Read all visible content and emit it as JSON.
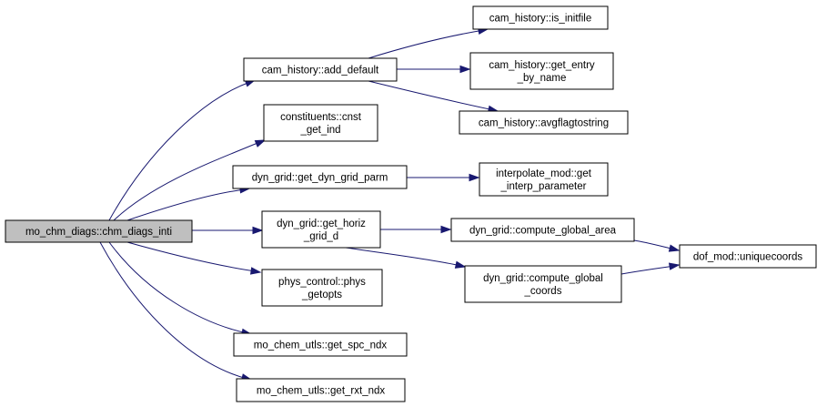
{
  "diagram": {
    "nodes": [
      {
        "id": "root",
        "lines": [
          "mo_chm_diags::chm_diags_inti"
        ],
        "root": true
      },
      {
        "id": "add_default",
        "lines": [
          "cam_history::add_default"
        ]
      },
      {
        "id": "cnst_get_ind",
        "lines": [
          "constituents::cnst",
          "_get_ind"
        ]
      },
      {
        "id": "get_dyn_grid_parm",
        "lines": [
          "dyn_grid::get_dyn_grid_parm"
        ]
      },
      {
        "id": "get_horiz_grid_d",
        "lines": [
          "dyn_grid::get_horiz",
          "_grid_d"
        ]
      },
      {
        "id": "phys_getopts",
        "lines": [
          "phys_control::phys",
          "_getopts"
        ]
      },
      {
        "id": "get_spc_ndx",
        "lines": [
          "mo_chem_utls::get_spc_ndx"
        ]
      },
      {
        "id": "get_rxt_ndx",
        "lines": [
          "mo_chem_utls::get_rxt_ndx"
        ]
      },
      {
        "id": "is_initfile",
        "lines": [
          "cam_history::is_initfile"
        ]
      },
      {
        "id": "get_entry_by_name",
        "lines": [
          "cam_history::get_entry",
          "_by_name"
        ]
      },
      {
        "id": "avgflagtostring",
        "lines": [
          "cam_history::avgflagtostring"
        ]
      },
      {
        "id": "get_interp_parameter",
        "lines": [
          "interpolate_mod::get",
          "_interp_parameter"
        ]
      },
      {
        "id": "compute_global_area",
        "lines": [
          "dyn_grid::compute_global_area"
        ]
      },
      {
        "id": "compute_global_coords",
        "lines": [
          "dyn_grid::compute_global",
          "_coords"
        ]
      },
      {
        "id": "uniquecoords",
        "lines": [
          "dof_mod::uniquecoords"
        ]
      }
    ],
    "edges": [
      [
        "root",
        "add_default"
      ],
      [
        "root",
        "cnst_get_ind"
      ],
      [
        "root",
        "get_dyn_grid_parm"
      ],
      [
        "root",
        "get_horiz_grid_d"
      ],
      [
        "root",
        "phys_getopts"
      ],
      [
        "root",
        "get_spc_ndx"
      ],
      [
        "root",
        "get_rxt_ndx"
      ],
      [
        "add_default",
        "is_initfile"
      ],
      [
        "add_default",
        "get_entry_by_name"
      ],
      [
        "add_default",
        "avgflagtostring"
      ],
      [
        "get_dyn_grid_parm",
        "get_interp_parameter"
      ],
      [
        "get_horiz_grid_d",
        "compute_global_area"
      ],
      [
        "get_horiz_grid_d",
        "compute_global_coords"
      ],
      [
        "compute_global_area",
        "uniquecoords"
      ],
      [
        "compute_global_coords",
        "uniquecoords"
      ]
    ],
    "colors": {
      "edge": "#191970",
      "root_fill": "#bfbfbf",
      "node_fill": "#ffffff",
      "border": "#000000"
    }
  }
}
